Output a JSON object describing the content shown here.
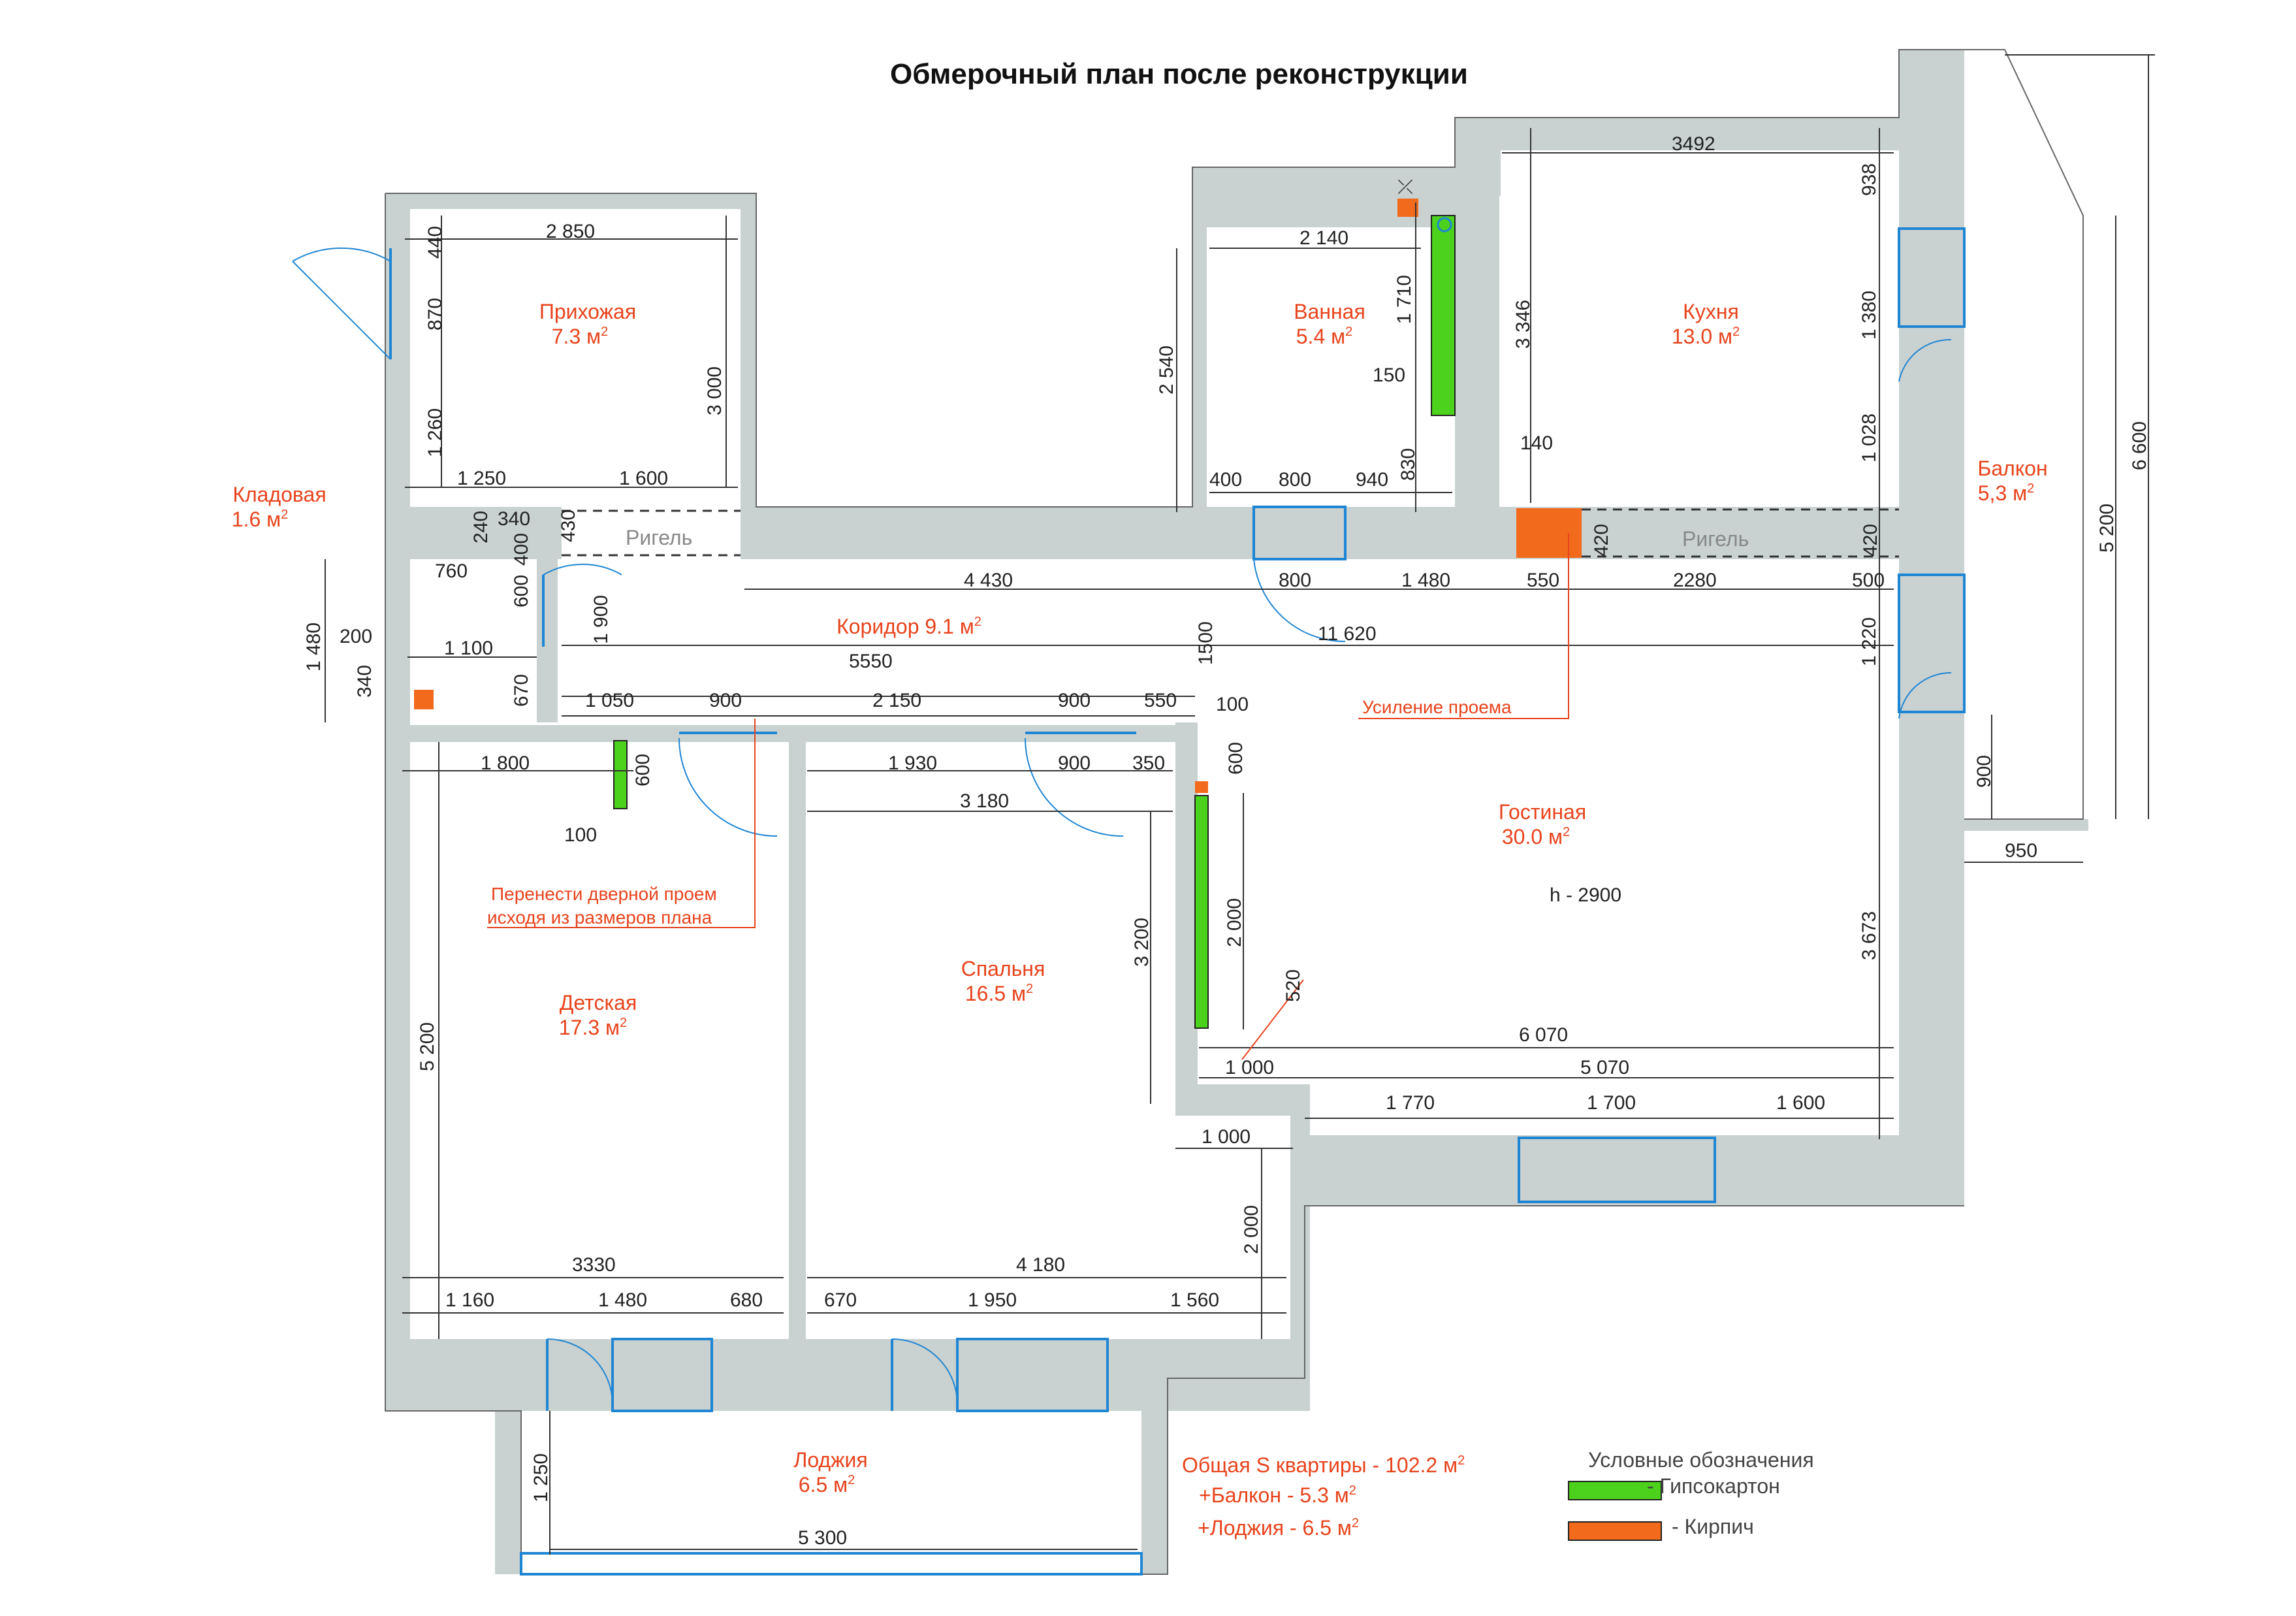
{
  "title": "Обмерочный план после реконструкции",
  "rooms": [
    {
      "name": "Прихожая",
      "area": "7.3 м",
      "sup": "2"
    },
    {
      "name": "Ванная",
      "area": "5.4 м",
      "sup": "2"
    },
    {
      "name": "Кухня",
      "area": "13.0 м",
      "sup": "2"
    },
    {
      "name": "Балкон",
      "area": "5,3 м",
      "sup": "2"
    },
    {
      "name": "Кладовая",
      "area": "1.6 м",
      "sup": "2"
    },
    {
      "name": "Детская",
      "area": "17.3 м",
      "sup": "2"
    },
    {
      "name": "Спальня",
      "area": "16.5 м",
      "sup": "2"
    },
    {
      "name": "Гостиная",
      "area": "30.0 м",
      "sup": "2"
    },
    {
      "name": "Лоджия",
      "area": "6.5 м",
      "sup": "2"
    }
  ],
  "corridor": {
    "label": "Коридор  9.1  м",
    "sup": "2"
  },
  "height": "h - 2900",
  "rigel": "Ригель",
  "notes": {
    "reinforce": "Усиление проема",
    "move_door_1": "Перенести дверной проем",
    "move_door_2": "исходя из размеров плана"
  },
  "totals": {
    "total_label": "Общая S квартиры - 102.2 м",
    "balcony_label": "+Балкон - 5.3 м",
    "loggia_label": "+Лоджия - 6.5 м",
    "sup": "2"
  },
  "legend": {
    "title": "Условные обозначения",
    "drywall": "- Гипсокартон",
    "brick": "- Кирпич",
    "drywall_color": "#4cd11c",
    "brick_color": "#f26a1b"
  },
  "colors": {
    "wall": "#c9d1d1",
    "window": "#1f86d4",
    "accent": "#e8431c"
  },
  "dims": {
    "d01": "2 850",
    "d02": "440",
    "d03": "870",
    "d04": "1 260",
    "d05": "3 000",
    "d06": "1 250",
    "d07": "1 600",
    "d08": "2 140",
    "d09": "1 710",
    "d10": "2 540",
    "d11": "150",
    "d12": "830",
    "d13": "400",
    "d14": "800",
    "d15": "940",
    "d16": "3492",
    "d17": "938",
    "d18": "3 346",
    "d19": "1 380",
    "d20": "1 028",
    "d21": "140",
    "d22": "420",
    "d23": "420",
    "d24": "6 600",
    "d25": "5 200",
    "d26": "240",
    "d27": "340",
    "d28": "430",
    "d29": "400",
    "d30": "760",
    "d31": "600",
    "d32": "1 900",
    "d33": "1 480",
    "d34": "200",
    "d35": "1 100",
    "d36": "340",
    "d37": "670",
    "d38": "4 430",
    "d39": "800",
    "d40": "1 480",
    "d41": "550",
    "d42": "2280",
    "d43": "500",
    "d44": "11 620",
    "d45": "1500",
    "d46": "1 220",
    "d47": "5550",
    "d48": "1 050",
    "d49": "900",
    "d50": "2 150",
    "d51": "900",
    "d52": "550",
    "d53": "100",
    "d54": "1 800",
    "d55": "600",
    "d56": "100",
    "d57": "1 930",
    "d58": "900",
    "d59": "350",
    "d60": "3 180",
    "d61": "600",
    "d62": "900",
    "d63": "950",
    "d64": "3 200",
    "d65": "2 000",
    "d66": "520",
    "d67": "3 673",
    "d68": "5 200",
    "d69": "6 070",
    "d70": "5 070",
    "d71": "1 000",
    "d72": "1 770",
    "d73": "1 700",
    "d74": "1 600",
    "d75": "1 000",
    "d76": "2 000",
    "d77": "3330",
    "d78": "4 180",
    "d79": "1 160",
    "d80": "1 480",
    "d81": "680",
    "d82": "670",
    "d83": "1 950",
    "d84": "1 560",
    "d85": "1 250",
    "d86": "5 300"
  }
}
